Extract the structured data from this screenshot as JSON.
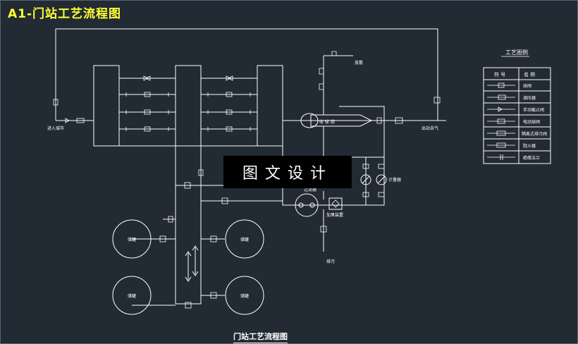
{
  "header": {
    "title": "A1-门站工艺流程图"
  },
  "watermark": {
    "text": "图文设计"
  },
  "caption": {
    "text": "门站工艺流程图"
  },
  "labels": {
    "inlet": "进入城市",
    "outlet": "出站去气",
    "vent": "放散",
    "metering": "计量器",
    "sewage": "排污",
    "odorizer": "加臭装置",
    "filter": "过滤器",
    "separator": "收 球 筒",
    "tank1": "储罐",
    "tank2": "储罐",
    "tank3": "储罐",
    "tank4": "储罐"
  },
  "legend": {
    "title": "工艺图例",
    "headers": [
      "符 号",
      "名 称"
    ],
    "rows": [
      "球阀",
      "调压器",
      "手动截止阀",
      "电动球阀",
      "隔离式排污阀",
      "阻火器",
      "绝缘法兰"
    ]
  },
  "colors": {
    "line": "#ffffff",
    "title": "#ffff33",
    "background": "#222a33"
  }
}
